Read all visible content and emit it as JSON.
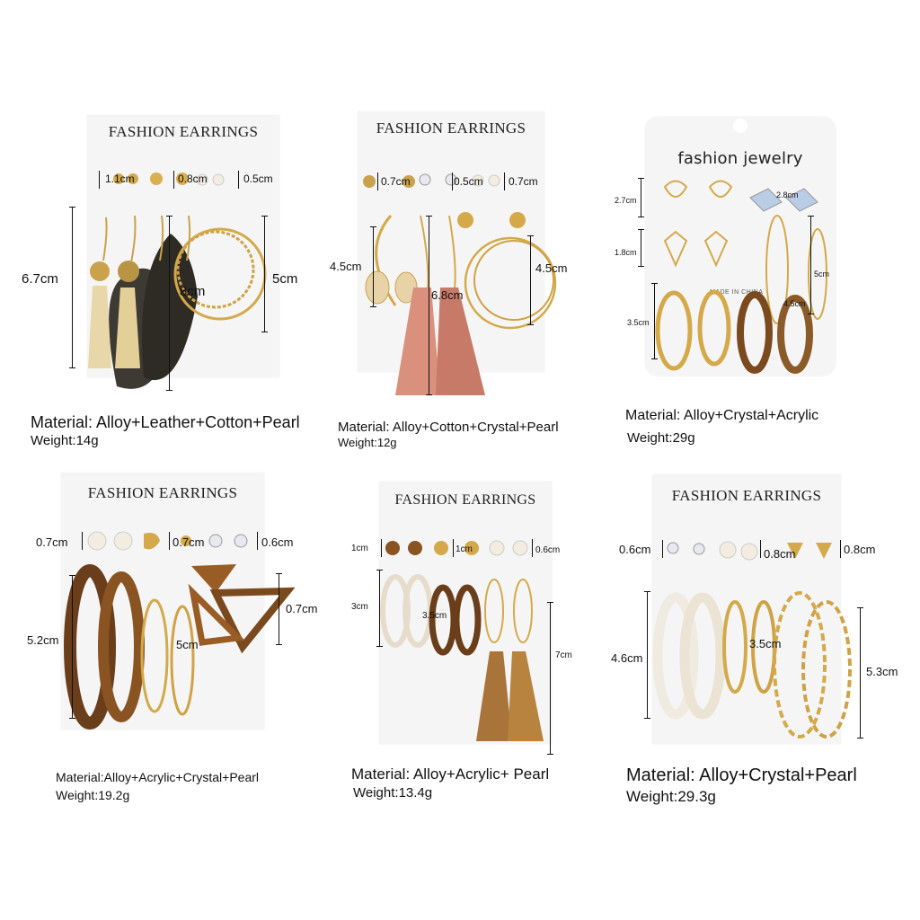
{
  "products": [
    {
      "card_title": "FASHION EARRINGS",
      "dims": [
        "1.1cm",
        "0.8cm",
        "0.5cm",
        "6.7cm",
        "8cm",
        "5cm"
      ],
      "material": "Material: Alloy+Leather+Cotton+Pearl",
      "weight": "Weight:14g"
    },
    {
      "card_title": "FASHION EARRINGS",
      "dims": [
        "0.7cm",
        "0.5cm",
        "0.7cm",
        "4.5cm",
        "6.8cm",
        "4.5cm"
      ],
      "material": "Material: Alloy+Cotton+Crystal+Pearl",
      "weight": "Weight:12g"
    },
    {
      "card_title": "fashion jewelry",
      "dims": [
        "2.7cm",
        "2.8cm",
        "1.8cm",
        "5cm",
        "3.5cm",
        "4.5cm"
      ],
      "made_in": "MADE IN CHINA",
      "material": "Material: Alloy+Crystal+Acrylic",
      "weight": "Weight:29g"
    },
    {
      "card_title": "FASHION EARRINGS",
      "dims": [
        "0.7cm",
        "0.7cm",
        "0.6cm",
        "5.2cm",
        "5cm",
        "0.7cm"
      ],
      "material": "Material:Alloy+Acrylic+Crystal+Pearl",
      "weight": "Weight:19.2g"
    },
    {
      "card_title": "FASHION EARRINGS",
      "dims": [
        "1cm",
        "1cm",
        "0.6cm",
        "3cm",
        "3.5cm",
        "7cm"
      ],
      "material": "Material: Alloy+Acrylic+ Pearl",
      "weight": "Weight:13.4g"
    },
    {
      "card_title": "FASHION EARRINGS",
      "dims": [
        "0.6cm",
        "0.8cm",
        "0.8cm",
        "4.6cm",
        "3.5cm",
        "5.3cm"
      ],
      "material": "Material: Alloy+Crystal+Pearl",
      "weight": "Weight:29.3g"
    }
  ],
  "colors": {
    "gold": "#d4a94a",
    "tortoise_dark": "#3b2412",
    "tortoise_light": "#c98a3a",
    "tassel_beige": "#e8d7a8",
    "tassel_pink": "#d9907c",
    "tassel_brown": "#a8743a",
    "leather": "#3d3a33",
    "pearl": "#f2ece1"
  }
}
